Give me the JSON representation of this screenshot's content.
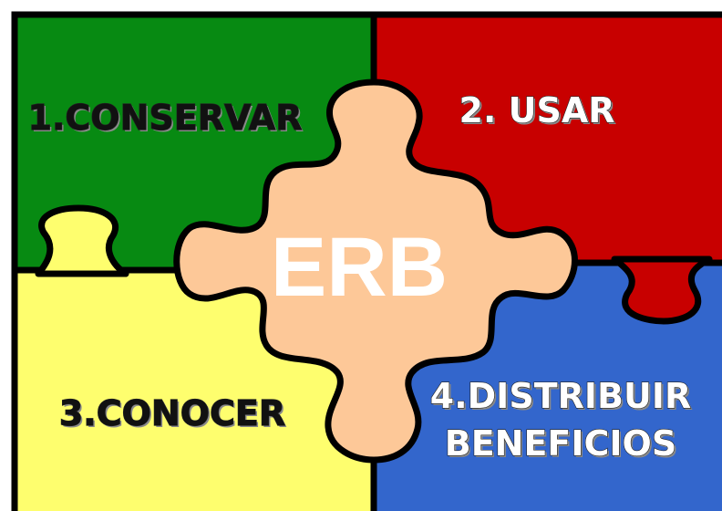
{
  "diagram": {
    "center": {
      "label": "ERB",
      "fill": "#fdc898"
    },
    "pieces": [
      {
        "id": "conservar",
        "label_lines": [
          "1.CONSERVAR"
        ],
        "fill": "#078a12",
        "text_color": "#111111"
      },
      {
        "id": "usar",
        "label_lines": [
          "2. USAR"
        ],
        "fill": "#c80000",
        "text_color": "#ffffff"
      },
      {
        "id": "conocer",
        "label_lines": [
          "3.CONOCER"
        ],
        "fill": "#fefe6e",
        "text_color": "#111111"
      },
      {
        "id": "distribuir",
        "label_lines": [
          "4.DISTRIBUIR",
          "BENEFICIOS"
        ],
        "fill": "#3366cc",
        "text_color": "#ffffff"
      }
    ]
  }
}
